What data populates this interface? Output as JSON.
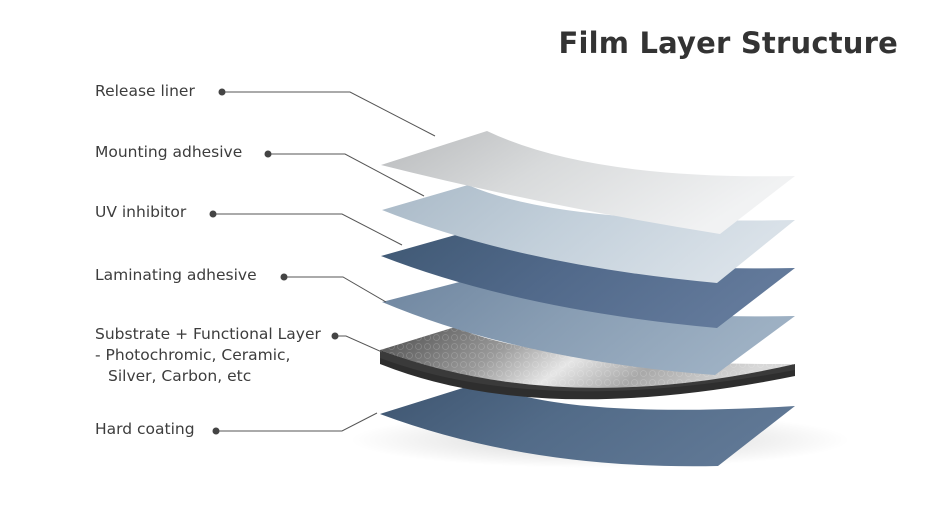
{
  "title": "Film Layer Structure",
  "layers": [
    {
      "label": "Release liner"
    },
    {
      "label": "Mounting adhesive"
    },
    {
      "label": "UV inhibitor"
    },
    {
      "label": "Laminating adhesive"
    },
    {
      "label": "Substrate + Functional Layer",
      "label_line2": "- Photochromic, Ceramic,",
      "label_line3": "Silver, Carbon, etc"
    },
    {
      "label": "Hard coating"
    }
  ],
  "colors": {
    "release_liner": "#c9cbcd",
    "mounting_adhesive": "#b7c5d1",
    "uv_inhibitor": "#4d6681",
    "laminating_adhesive": "#7d93aa",
    "substrate": "#8a8a8a",
    "hard_coating": "#4e6885",
    "leader_line": "#444444"
  }
}
